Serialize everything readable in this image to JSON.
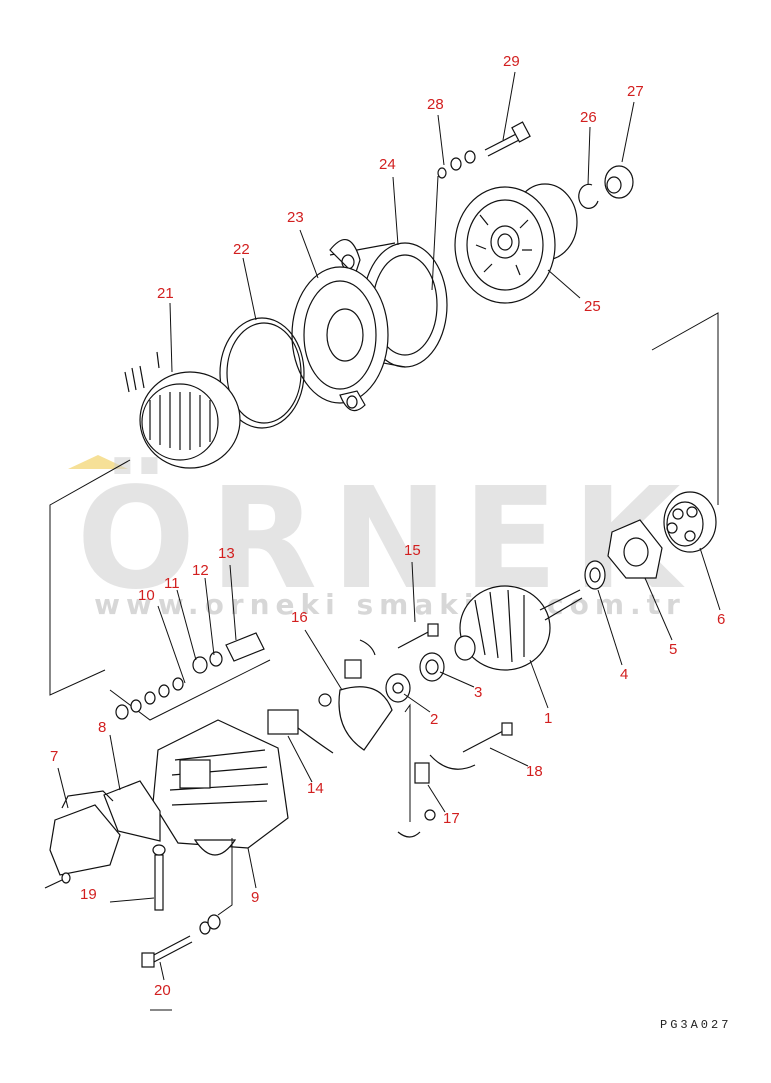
{
  "watermark": {
    "text": "ÖRNEK",
    "url": "www.orneki smakine.com.tr"
  },
  "drawing_code": "PG3A027",
  "callouts": [
    "1",
    "2",
    "3",
    "4",
    "5",
    "6",
    "7",
    "8",
    "9",
    "10",
    "11",
    "12",
    "13",
    "14",
    "15",
    "16",
    "17",
    "18",
    "19",
    "20",
    "21",
    "22",
    "23",
    "24",
    "25",
    "26",
    "27",
    "28",
    "29"
  ]
}
